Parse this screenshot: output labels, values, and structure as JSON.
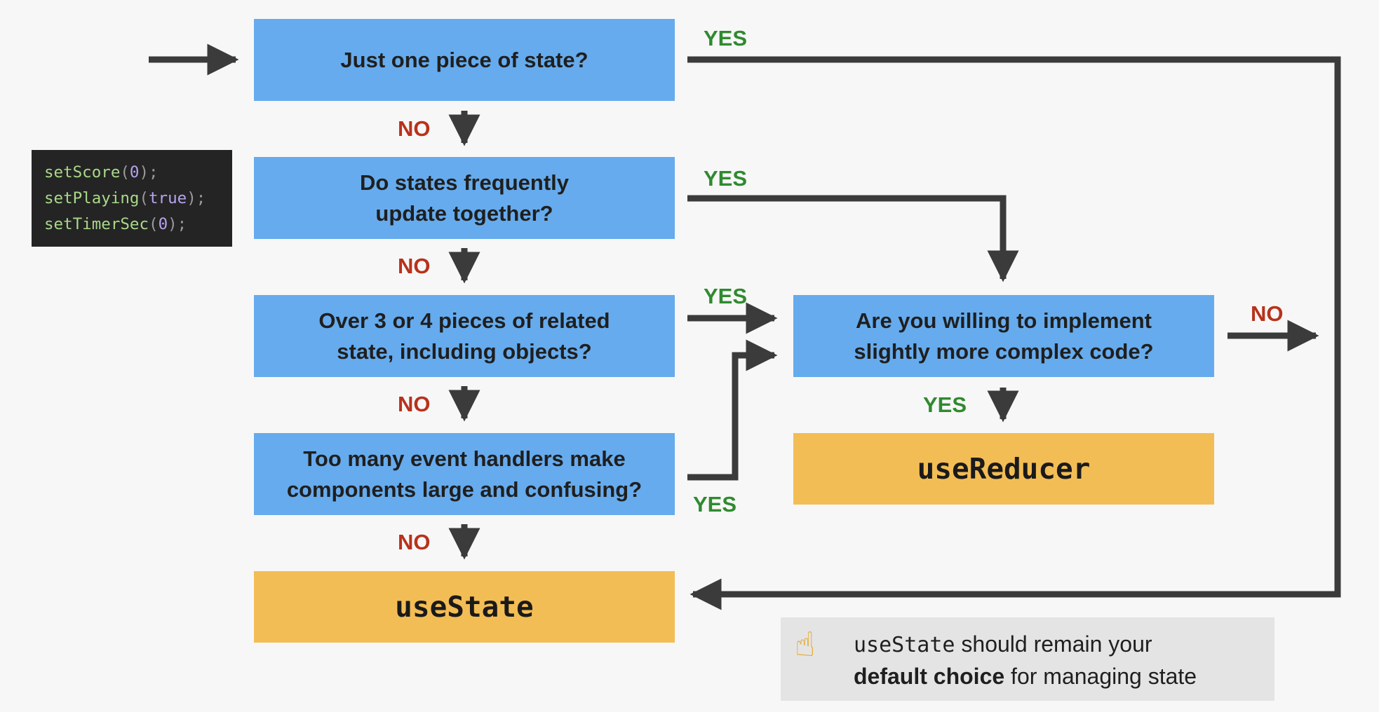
{
  "questions": {
    "q1": "Just one piece of state?",
    "q2_line1": "Do states frequently",
    "q2_line2": "update together?",
    "q3_line1": "Over 3 or 4 pieces of related",
    "q3_line2": "state, including objects?",
    "q4_line1": "Too many event handlers make",
    "q4_line2": "components large and confusing?",
    "q5_line1": "Are you willing to implement",
    "q5_line2": "slightly more complex code?"
  },
  "results": {
    "use_state": "useState",
    "use_reducer": "useReducer"
  },
  "labels": {
    "yes": "YES",
    "no": "NO"
  },
  "code_snippet": {
    "line1": {
      "fn": "setScore",
      "open": "(",
      "arg": "0",
      "close": ");"
    },
    "line2": {
      "fn": "setPlaying",
      "open": "(",
      "arg": "true",
      "close": ");"
    },
    "line3": {
      "fn": "setTimerSec",
      "open": "(",
      "arg": "0",
      "close": ");"
    }
  },
  "note": {
    "icon": "pointing-up-hand-icon",
    "mono": "useState",
    "text1": " should remain your",
    "bold": "default choice",
    "text2": " for managing state"
  },
  "colors": {
    "question_box": "#66abed",
    "result_box": "#f3bd55",
    "yes": "#2f8a2f",
    "no": "#b8321c",
    "arrow": "#3b3b3b"
  }
}
